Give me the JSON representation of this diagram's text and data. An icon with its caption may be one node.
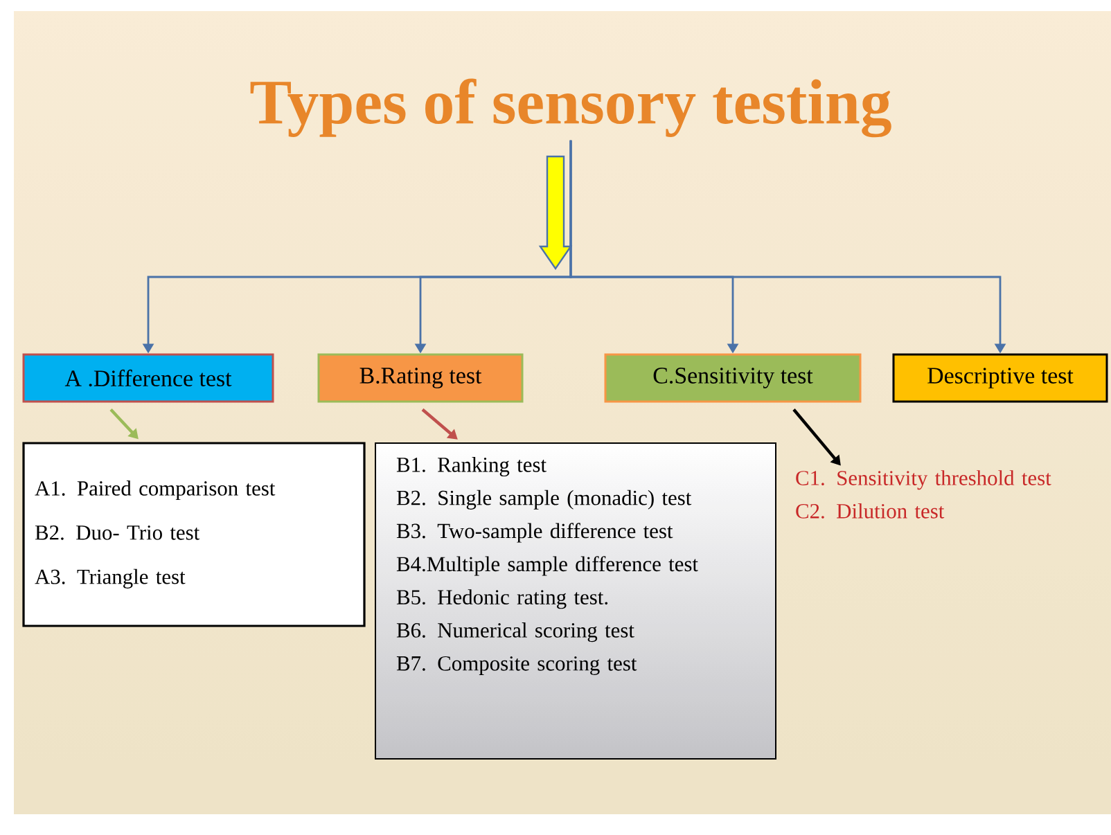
{
  "diagram": {
    "nodes": [
      {
        "text": [
          "Types of sensory testing"
        ]
      },
      {
        "text": [
          "A .Difference test"
        ]
      },
      {
        "text": [
          "B.Rating test"
        ]
      },
      {
        "text": [
          "C.Sensitivity test"
        ]
      },
      {
        "text": [
          "Descriptive test"
        ]
      },
      {
        "text": [
          "A1.  Paired comparison test",
          "B2.  Duo- Trio test",
          "A3.  Triangle test"
        ]
      },
      {
        "text": [
          "B1. Ranking test",
          "B2. Single sample (monadic) test",
          "B3. Two-sample difference test",
          "B4.Multiple sample difference test",
          "B5. Hedonic rating test.",
          "B6. Numerical scoring test",
          "B7. Composite scoring test"
        ]
      },
      {
        "text": [
          "C1. Sensitivity threshold test",
          "C2. Dilution test"
        ]
      }
    ],
    "edges": [
      {
        "from": 0,
        "to": 1,
        "arrow": "to"
      },
      {
        "from": 0,
        "to": 2,
        "arrow": "to"
      },
      {
        "from": 0,
        "to": 3,
        "arrow": "to"
      },
      {
        "from": 0,
        "to": 4,
        "arrow": "to"
      },
      {
        "from": 1,
        "to": 5,
        "arrow": "to",
        "color": "#9bbb59"
      },
      {
        "from": 2,
        "to": 6,
        "arrow": "to",
        "color": "#c0504d"
      },
      {
        "from": 3,
        "to": 7,
        "arrow": "to",
        "color": "#000000"
      }
    ]
  }
}
